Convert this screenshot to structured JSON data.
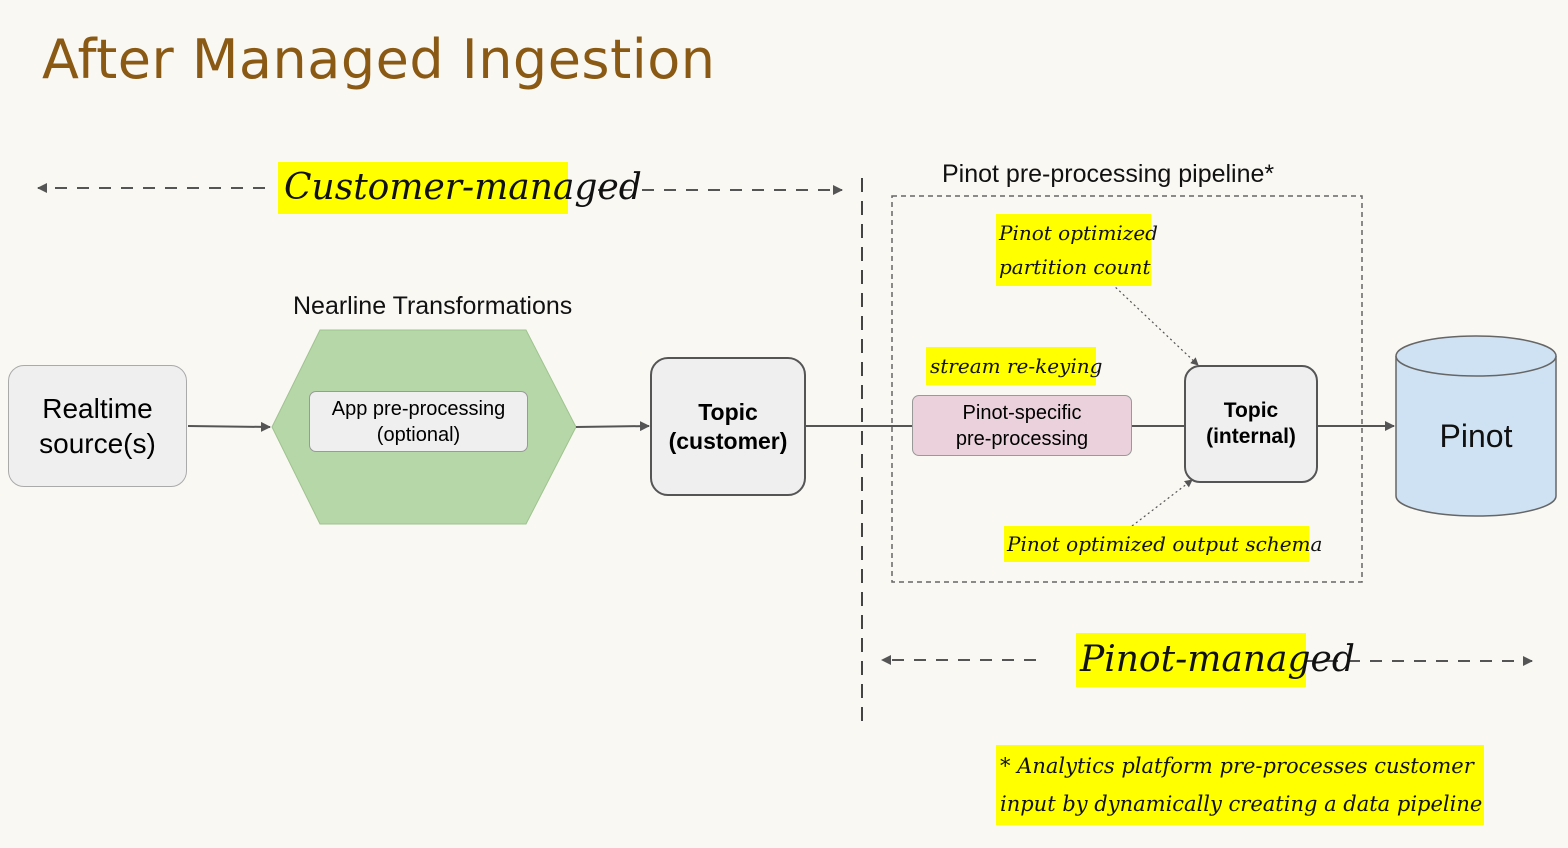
{
  "title": "After Managed Ingestion",
  "zones": {
    "customer_managed": "Customer-managed",
    "pinot_managed": "Pinot-managed"
  },
  "nearline": {
    "label": "Nearline Transformations",
    "inner_line1": "App pre-processing",
    "inner_line2": "(optional)"
  },
  "source": {
    "line1": "Realtime",
    "line2": "source(s)"
  },
  "topic_customer": {
    "line1": "Topic",
    "line2": "(customer)"
  },
  "pipeline": {
    "label": "Pinot pre-processing pipeline*",
    "stream_rekeying": "stream re-keying",
    "partition_note_line1": "Pinot optimized",
    "partition_note_line2": "partition count",
    "specific_line1": "Pinot-specific",
    "specific_line2": "pre-processing",
    "topic_internal_line1": "Topic",
    "topic_internal_line2": "(internal)",
    "schema_note": "Pinot optimized output schema"
  },
  "pinot": {
    "label": "Pinot"
  },
  "footnote": {
    "line1": "* Analytics platform pre-processes customer",
    "line2": "input by dynamically creating a data pipeline"
  },
  "colors": {
    "title": "#8a5a14",
    "highlight": "#ffff00",
    "hexagon": "#b6d7a8",
    "specific_box": "#ead1dc",
    "pinot_cylinder": "#cfe2f3",
    "node_fill": "#efefef"
  }
}
